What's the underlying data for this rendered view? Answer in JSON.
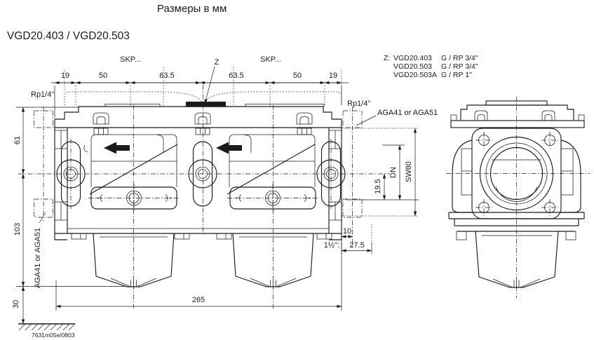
{
  "meta": {
    "units_title": "Размеры в мм",
    "model_title": "VGD20.403 / VGD20.503",
    "doc_ref": "7631m05e/0803"
  },
  "spec": {
    "rows": [
      {
        "z": "Z:",
        "model": "VGD20.403",
        "thread": "G / RP 3/4\""
      },
      {
        "z": "",
        "model": "VGD20.503",
        "thread": "G / RP 3/4\""
      },
      {
        "z": "",
        "model": "VGD20.503A",
        "thread": "G / RP 1\""
      }
    ]
  },
  "labels": {
    "skp_left": "SKP...",
    "skp_right": "SKP...",
    "z_ref": "Z",
    "rp14_left": "Rp1/4\"",
    "rp14_right": "Rp1/4\"",
    "aga_left": "AGA41 or AGA51",
    "aga_right": "AGA41 or AGA51"
  },
  "dims": {
    "top": [
      "19",
      "50",
      "63.5",
      "63.5",
      "50",
      "19"
    ],
    "left": [
      "61",
      "103",
      "30"
    ],
    "right_vertical": {
      "offset_19_5": "19.5",
      "dn": "DN",
      "wrench": "SW80"
    },
    "bottom_right": {
      "d10": "10",
      "variant_prefix": "1½\":",
      "d27_5": "27.5"
    },
    "overall_width": "265"
  },
  "colors": {
    "line": "#1b1b1b",
    "background": "#ffffff"
  }
}
